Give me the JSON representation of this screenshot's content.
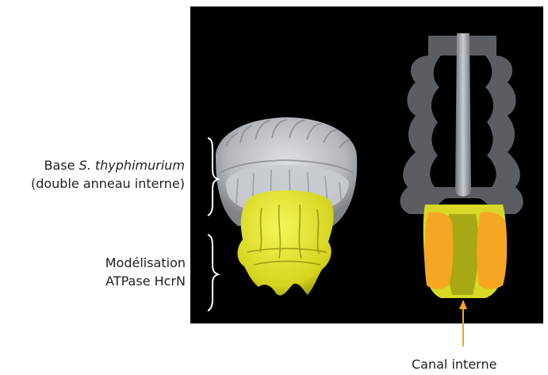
{
  "labels": {
    "base_prefix": "Base ",
    "base_species": "S. thyphimurium",
    "base_line2": "(double anneau interne)",
    "model_line1": "Modélisation",
    "model_line2": "ATPase HcrN",
    "canal": "Canal interne"
  },
  "colors": {
    "background": "#000000",
    "ring": "#b8bcc0",
    "atpase": "#e8e830",
    "section_gray": "#5a5e62",
    "section_orange": "#f5a623",
    "arrow": "#f5a623",
    "brace": "#ffffff"
  }
}
